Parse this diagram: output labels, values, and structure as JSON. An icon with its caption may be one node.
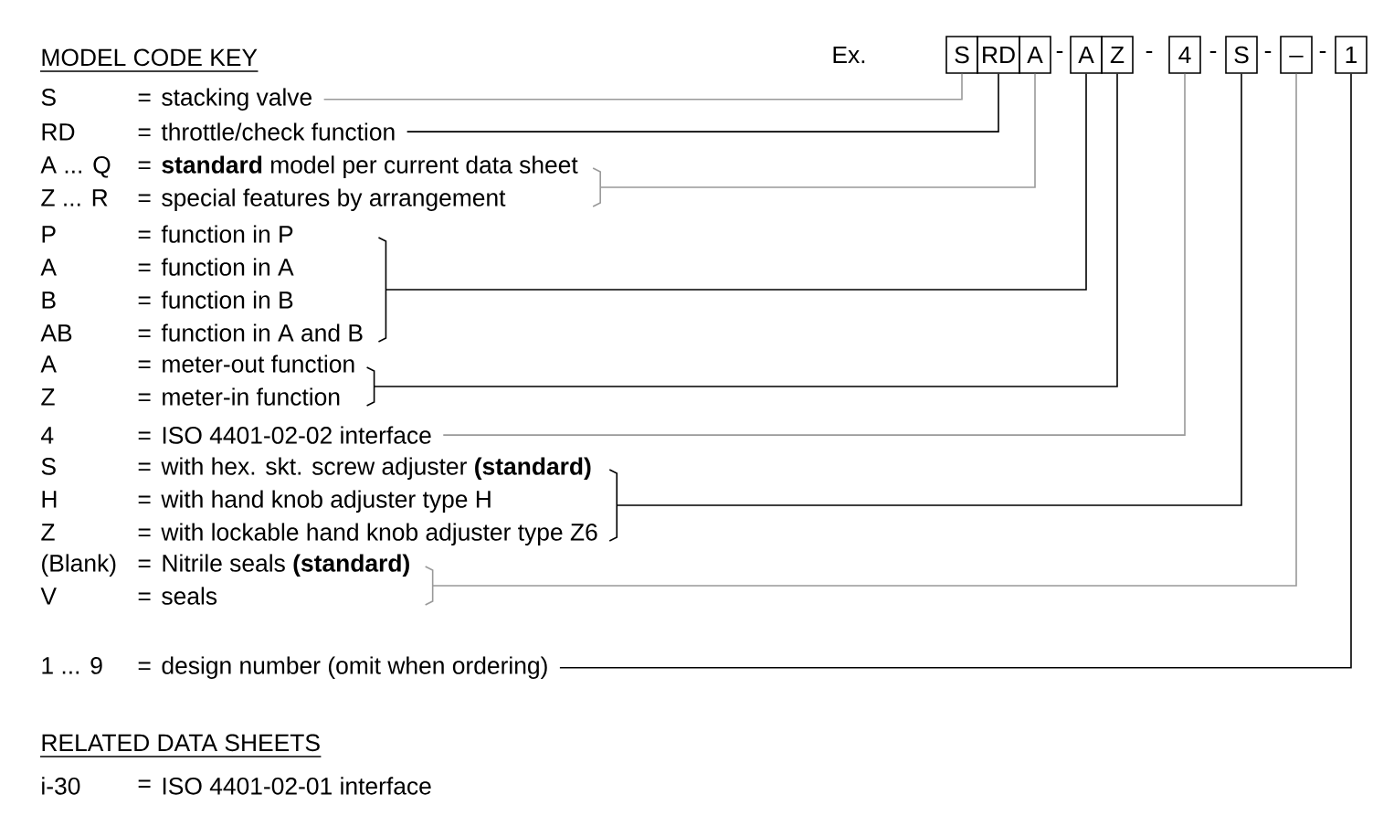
{
  "diagram": {
    "title": "MODEL CODE KEY",
    "nodes": [
      {
        "text": [
          "S"
        ]
      },
      {
        "text": [
          "RD"
        ]
      },
      {
        "text": [
          "A"
        ]
      },
      {
        "text": [
          "A"
        ]
      },
      {
        "text": [
          "Z"
        ]
      },
      {
        "text": [
          "4"
        ]
      },
      {
        "text": [
          "S"
        ]
      },
      {
        "text": [
          "_"
        ]
      },
      {
        "text": [
          "1"
        ]
      },
      {
        "text": [
          "S",
          "=",
          "stacking valve"
        ]
      },
      {
        "text": [
          "RD",
          "=",
          "throttle/check function"
        ]
      },
      {
        "text": [
          "A ... Q",
          "=",
          "**standard** model per current data sheet",
          "Z ... R",
          "=",
          "special features by arrangement"
        ]
      },
      {
        "text": [
          "P",
          "=",
          "function in P",
          "A",
          "=",
          "function in A",
          "B",
          "=",
          "function in B",
          "AB",
          "=",
          "function in A and B"
        ]
      },
      {
        "text": [
          "A",
          "=",
          "meter-out function",
          "Z",
          "=",
          "meter-in function"
        ]
      },
      {
        "text": [
          "4",
          "=",
          "ISO 4401-02-02 interface"
        ]
      },
      {
        "text": [
          "S",
          "=",
          "with hex. skt. screw adjuster **(standard)**",
          "H",
          "=",
          "with hand knob adjuster type H",
          "Z",
          "=",
          "with lockable hand knob adjuster type Z6"
        ]
      },
      {
        "text": [
          "(Blank)",
          "=",
          "Nitrile seals **(standard)**",
          "V",
          "=",
          "seals"
        ]
      },
      {
        "text": [
          "1 ... 9",
          "=",
          "design number (omit when ordering)"
        ]
      }
    ],
    "edges": [
      {
        "from": 9,
        "to": 0,
        "arrow": "none",
        "color": "#999999"
      },
      {
        "from": 10,
        "to": 1,
        "arrow": "none"
      },
      {
        "from": 11,
        "to": 2,
        "arrow": "none",
        "color": "#999999"
      },
      {
        "from": 12,
        "to": 3,
        "arrow": "none"
      },
      {
        "from": 13,
        "to": 4,
        "arrow": "none"
      },
      {
        "from": 14,
        "to": 5,
        "arrow": "none",
        "color": "#999999"
      },
      {
        "from": 15,
        "to": 6,
        "arrow": "none"
      },
      {
        "from": 16,
        "to": 7,
        "arrow": "none",
        "color": "#999999"
      },
      {
        "from": 17,
        "to": 8,
        "arrow": "none"
      }
    ],
    "labels": [
      "Ex.",
      "-",
      "-",
      "-",
      "-",
      "-",
      "RELATED DATA SHEETS",
      "i-30",
      "=",
      "ISO 4401-02-01 interface"
    ]
  }
}
